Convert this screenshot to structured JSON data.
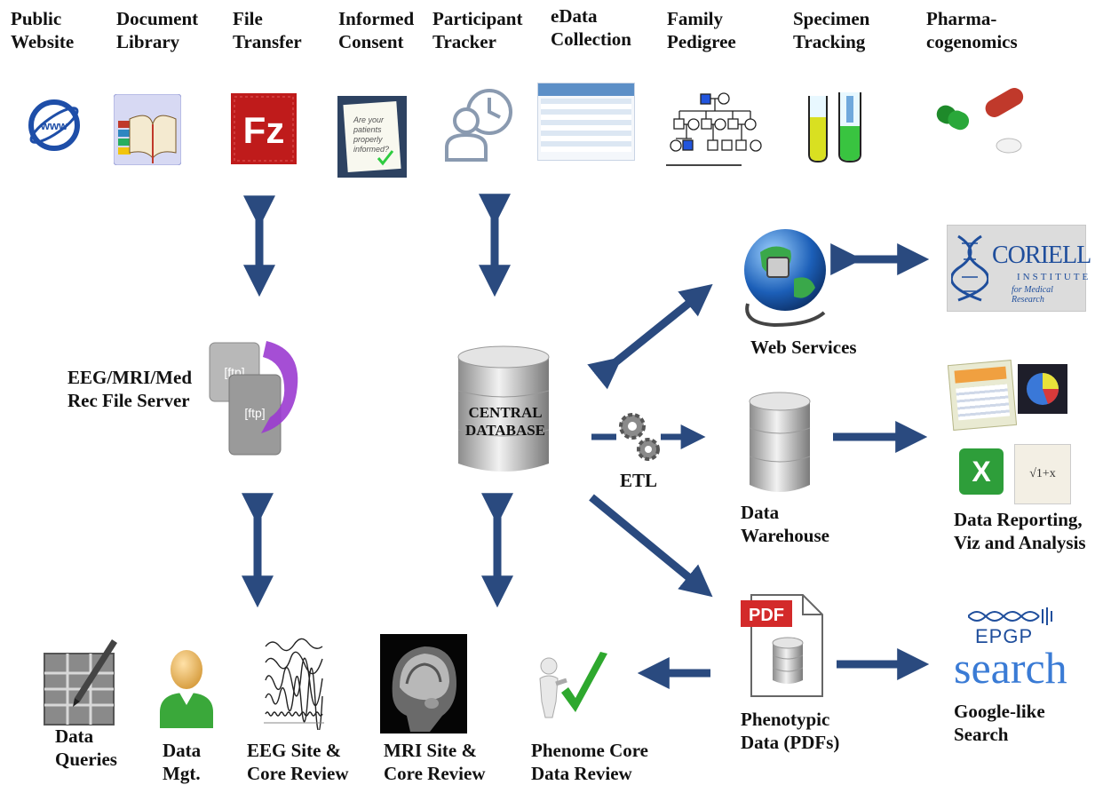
{
  "top_row": [
    {
      "id": "public-website",
      "lines": [
        "Public",
        "Website"
      ],
      "icon": "www-globe-icon"
    },
    {
      "id": "document-library",
      "lines": [
        "Document",
        "Library"
      ],
      "icon": "books-icon"
    },
    {
      "id": "file-transfer",
      "lines": [
        "File",
        "Transfer"
      ],
      "icon": "filezilla-icon"
    },
    {
      "id": "informed-consent",
      "lines": [
        "Informed",
        "Consent"
      ],
      "icon": "notepad-icon"
    },
    {
      "id": "participant-tracker",
      "lines": [
        "Participant",
        "Tracker"
      ],
      "icon": "person-clock-icon"
    },
    {
      "id": "edata-collection",
      "lines": [
        "eData",
        "Collection"
      ],
      "icon": "form-table-icon"
    },
    {
      "id": "family-pedigree",
      "lines": [
        "Family",
        "Pedigree"
      ],
      "icon": "pedigree-chart-icon"
    },
    {
      "id": "specimen-tracking",
      "lines": [
        "Specimen",
        "Tracking"
      ],
      "icon": "test-tubes-icon"
    },
    {
      "id": "pharmacogenomics",
      "lines": [
        "Pharma-",
        "cogenomics"
      ],
      "icon": "pills-icon"
    }
  ],
  "middle": {
    "file_server": [
      "EEG/MRI/Med",
      "Rec File Server"
    ],
    "central_db": [
      "CENTRAL",
      "DATABASE"
    ],
    "etl": "ETL",
    "web_services": "Web Services",
    "coriell": {
      "name": "CORIELL",
      "sub1": "INSTITUTE",
      "sub2": "for Medical Research"
    },
    "data_warehouse": [
      "Data",
      "Warehouse"
    ],
    "data_reporting": [
      "Data Reporting,",
      "Viz and Analysis"
    ]
  },
  "bottom_row": {
    "data_queries": [
      "Data",
      "Queries"
    ],
    "data_mgt": [
      "Data",
      "Mgt."
    ],
    "eeg_review": [
      "EEG Site &",
      "Core Review"
    ],
    "mri_review": [
      "MRI Site &",
      "Core Review"
    ],
    "phenome_review": [
      "Phenome Core",
      "Data Review"
    ],
    "phenotypic": [
      "Phenotypic",
      "Data (PDFs)"
    ],
    "google_search": [
      "Google-like",
      "Search"
    ]
  },
  "icon_text": {
    "www": "www",
    "fz": "Fz",
    "notepad": [
      "Are your",
      "patients",
      "properly",
      "informed?"
    ],
    "ftp": "[ftp]",
    "pdf": "PDF",
    "epgp": "EPGP",
    "search": "search",
    "excel": "X",
    "formula": "√1+x"
  },
  "colors": {
    "arrow": "#2a4a7f",
    "pdf_red": "#d32a2a",
    "coriell_blue": "#1f4e9c"
  }
}
